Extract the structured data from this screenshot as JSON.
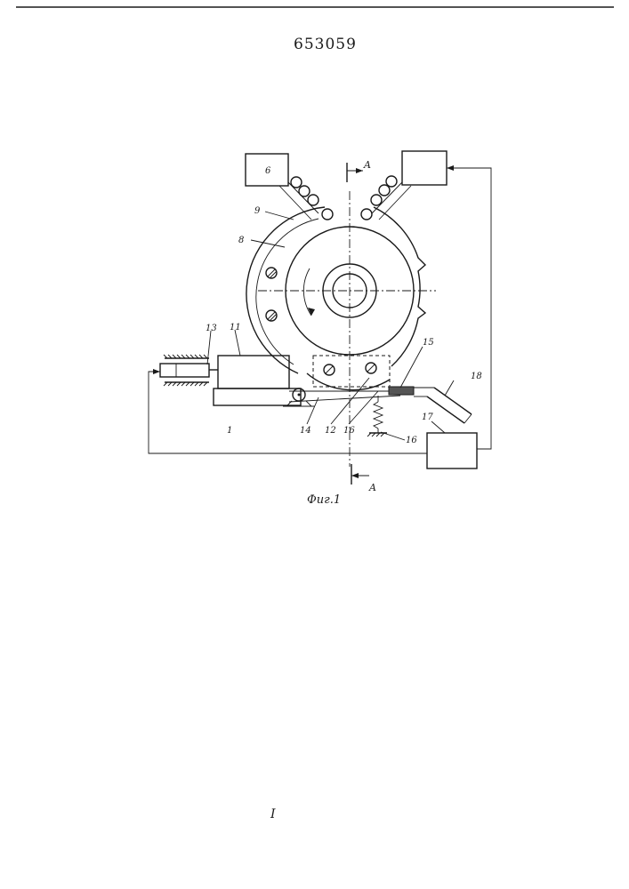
{
  "document": {
    "patent_number": "653059",
    "figure_caption": "Фиг.1",
    "section_label": "A",
    "bottom_mark": "I"
  },
  "labels": {
    "l1": "1",
    "l6": "6",
    "l8": "8",
    "l9": "9",
    "l11": "11",
    "l12": "12",
    "l13": "13",
    "l14": "14",
    "l15": "15",
    "l16a": "16",
    "l16b": "16",
    "l17": "17",
    "l18": "18"
  }
}
